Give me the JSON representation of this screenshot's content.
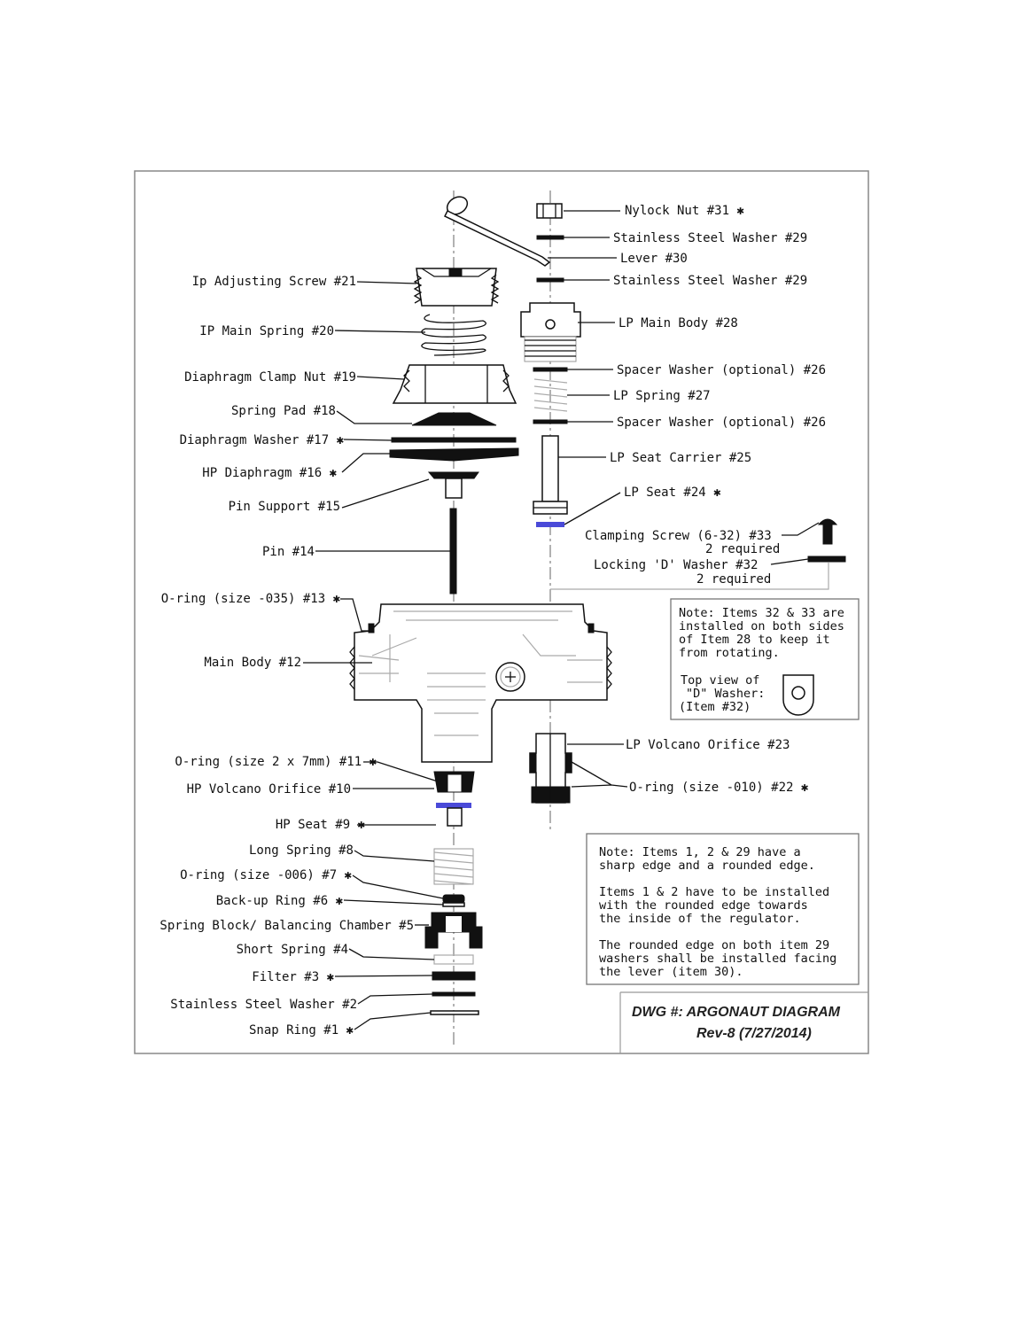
{
  "drawing": {
    "labels": {
      "l1": "Nylock Nut #31 ✱",
      "l2": "Stainless Steel Washer  #29",
      "l3": "Lever  #30",
      "l4": "Stainless Steel Washer  #29",
      "l5": "LP Main Body  #28",
      "l6": "Spacer Washer (optional)  #26",
      "l7": "LP Spring  #27",
      "l8": "Spacer Washer (optional)  #26",
      "l9": "LP Seat Carrier #25",
      "l10": "LP Seat  #24 ✱",
      "l11a": "Clamping Screw (6-32)  #33",
      "l11b": "2 required",
      "l12a": "Locking 'D' Washer  #32",
      "l12b": "2 required",
      "r1": "Ip Adjusting Screw #21",
      "r2": "IP Main Spring  #20",
      "r3": "Diaphragm Clamp Nut  #19",
      "r4": "Spring Pad  #18",
      "r5": "Diaphragm Washer  #17 ✱",
      "r6": "HP Diaphragm  #16 ✱",
      "r7": "Pin Support  #15",
      "r8": "Pin  #14",
      "r9": "O-ring (size -035)  #13 ✱",
      "r10": "Main Body  #12",
      "r11": "O-ring  (size 2 x 7mm)  #11 ✱",
      "r12": "HP Volcano Orifice  #10",
      "r13": "HP Seat  #9 ✱",
      "r14": "Long Spring  #8",
      "r15": "O-ring (size -006)  #7 ✱",
      "r16": "Back-up Ring #6 ✱",
      "r17": "Spring Block/ Balancing Chamber  #5",
      "r18": "Short Spring  #4",
      "r19": "Filter  #3 ✱",
      "r20": "Stainless Steel Washer #2",
      "r21": "Snap Ring #1 ✱",
      "lp23": "LP Volcano Orifice  #23",
      "lp22": "O-ring (size -010)  #22 ✱"
    },
    "note1": {
      "lines": [
        "Note: Items 32 & 33 are",
        "installed on both sides",
        "of Item 28 to keep it",
        "from rotating."
      ],
      "top_view": [
        "Top view of",
        "\"D\" Washer:",
        "(Item #32)"
      ]
    },
    "note2": {
      "lines": [
        "Note: Items 1, 2 & 29 have a",
        "sharp edge and a rounded edge.",
        "",
        "Items 1 & 2 have to be installed",
        "with the rounded edge towards",
        "the inside of the regulator.",
        "",
        "The rounded edge on both item 29",
        "washers shall be installed facing",
        "the lever (item 30)."
      ]
    },
    "title_block": {
      "dwg": "DWG #:  ARGONAUT DIAGRAM",
      "rev": "Rev-8 (7/27/2014)"
    },
    "colors": {
      "seat_blue": "#4a4ad8",
      "line": "#111111"
    }
  }
}
